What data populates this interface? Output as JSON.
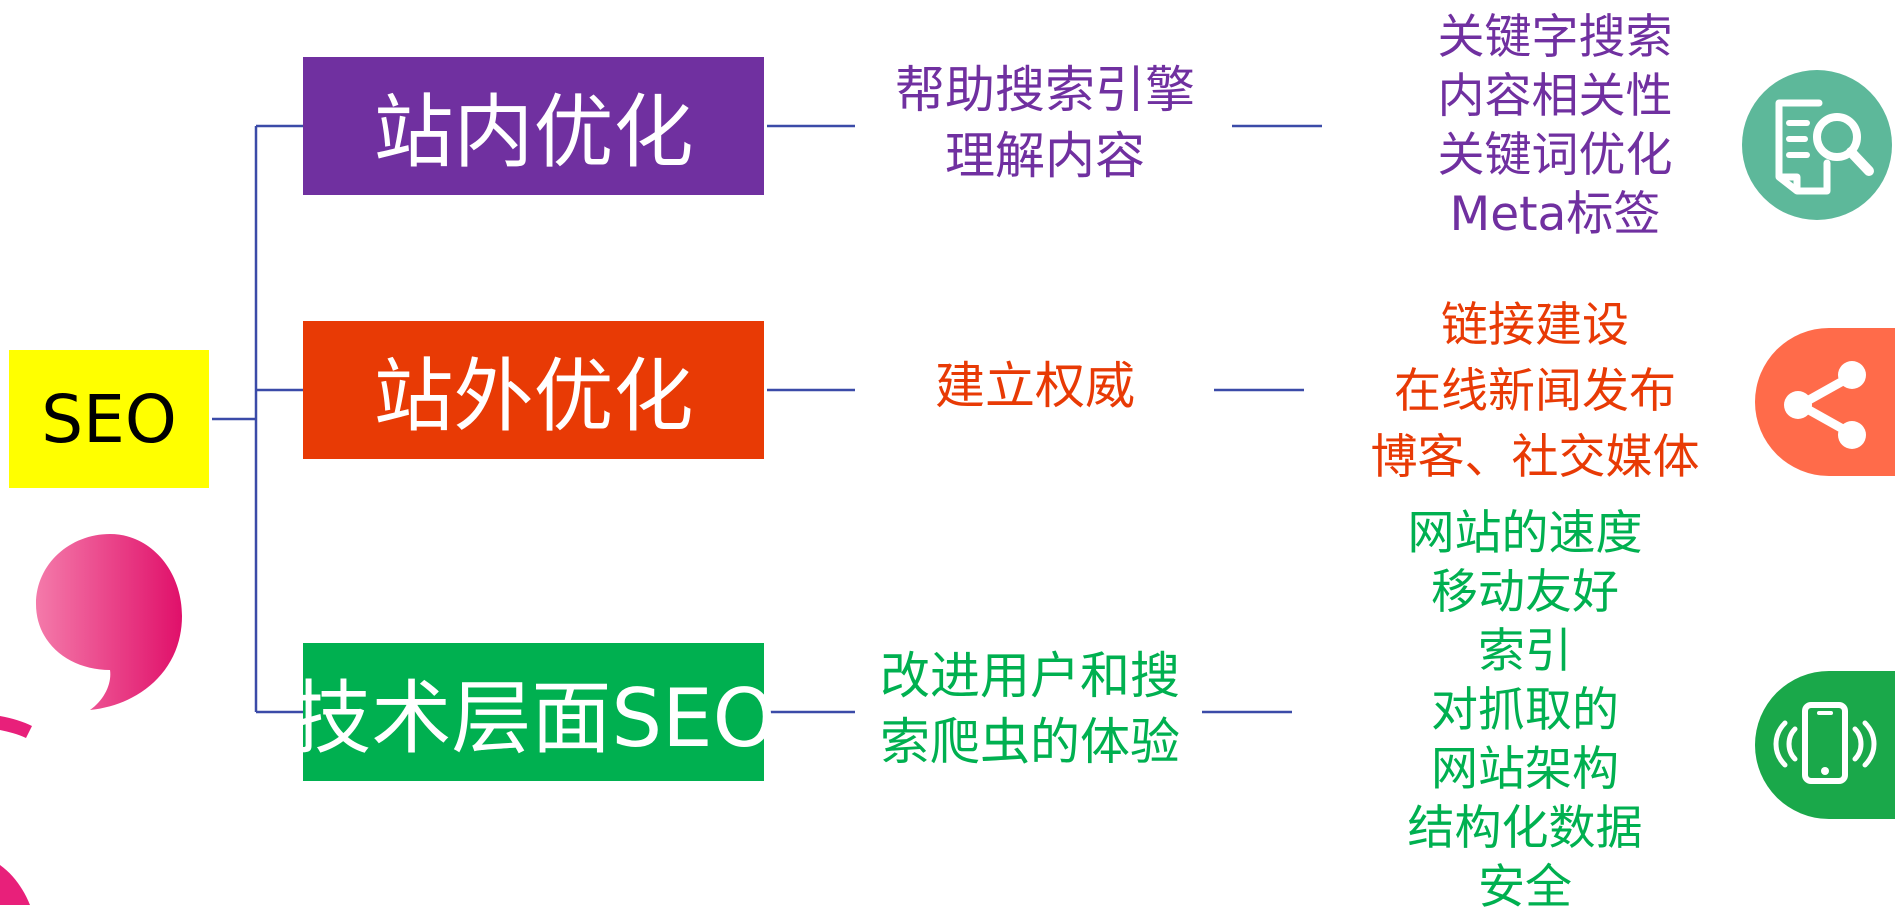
{
  "root": {
    "label": "SEO"
  },
  "colors": {
    "root_bg": "#ffff00",
    "connector": "#3b4ba8",
    "purple": "#7030a0",
    "orange": "#e83a05",
    "green": "#00b050",
    "pink": "#e8207a",
    "icon_teal": "#5db89a",
    "icon_orange": "#ff6b4a",
    "icon_green": "#1aa84a"
  },
  "branches": [
    {
      "title": "站内优化",
      "color": "#7030a0",
      "summary": [
        "帮助搜索引擎",
        "理解内容"
      ],
      "details": [
        "关键字搜索",
        "内容相关性",
        "关键词优化",
        "Meta标签"
      ],
      "icon": "document-search-icon"
    },
    {
      "title": "站外优化",
      "color": "#e83a05",
      "summary": [
        "建立权威"
      ],
      "details": [
        "链接建设",
        "在线新闻发布",
        "博客、社交媒体"
      ],
      "icon": "share-icon"
    },
    {
      "title": "技术层面SEO",
      "color": "#00b050",
      "summary": [
        "改进用户和搜",
        "索爬虫的体验"
      ],
      "details": [
        "网站的速度",
        "移动友好",
        "索引",
        "对抓取的",
        "网站架构",
        "结构化数据",
        "安全"
      ],
      "icon": "smartphone-icon"
    }
  ]
}
